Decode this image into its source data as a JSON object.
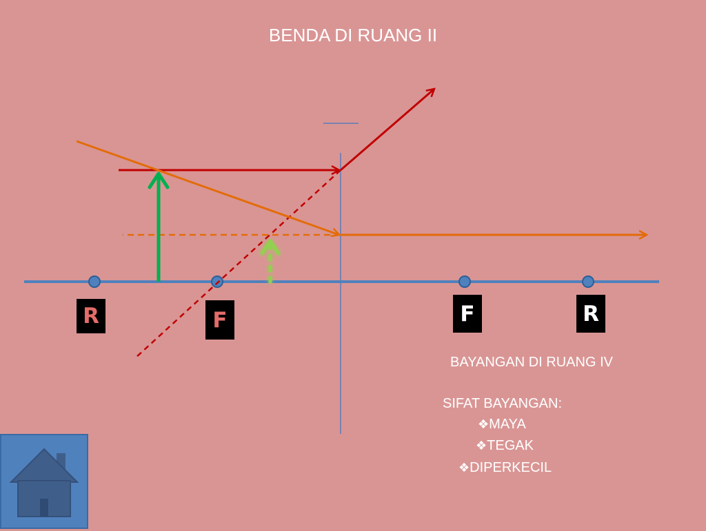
{
  "title": "BENDA DI RUANG II",
  "labels": {
    "r_left": "R",
    "f_left": "F",
    "f_right": "F",
    "r_right": "R"
  },
  "result": {
    "image_location": "BAYANGAN  DI RUANG IV",
    "properties_heading": "SIFAT BAYANGAN:",
    "bullet_icon": "diamond-bullet-icon",
    "properties": [
      "MAYA",
      "TEGAK",
      "DIPERKECIL"
    ]
  },
  "colors": {
    "background": "#d99594",
    "principal_axis": "#4f81bd",
    "object_arrow": "#00b050",
    "image_arrow": "#92d050",
    "ray_parallel": "#c00000",
    "ray_focal": "#e36c09",
    "home_button": "#4f81bd"
  },
  "home_button": {
    "icon": "home-icon"
  }
}
